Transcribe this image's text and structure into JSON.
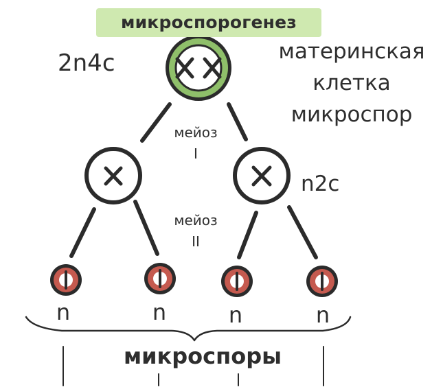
{
  "title": "микроспорогенез",
  "ploidy": {
    "mother": "2n4c",
    "after_meiosis_1": "n2c"
  },
  "mother_cell_label": {
    "line1": "материнская",
    "line2": "клетка",
    "line3": "микроспор"
  },
  "meiosis_1": {
    "word": "мейоз",
    "numeral": "I"
  },
  "meiosis_2": {
    "word": "мейоз",
    "numeral": "II"
  },
  "microspore_ploidy": [
    "n",
    "n",
    "n",
    "n"
  ],
  "microspores_label": "микроспоры",
  "colors": {
    "outline": "#2b2b2b",
    "mother_cell_ring": "#8fbf6a",
    "title_highlight": "#cfe9b0",
    "microspore_fill": "#c55a4f",
    "text": "#2e2e2e"
  }
}
